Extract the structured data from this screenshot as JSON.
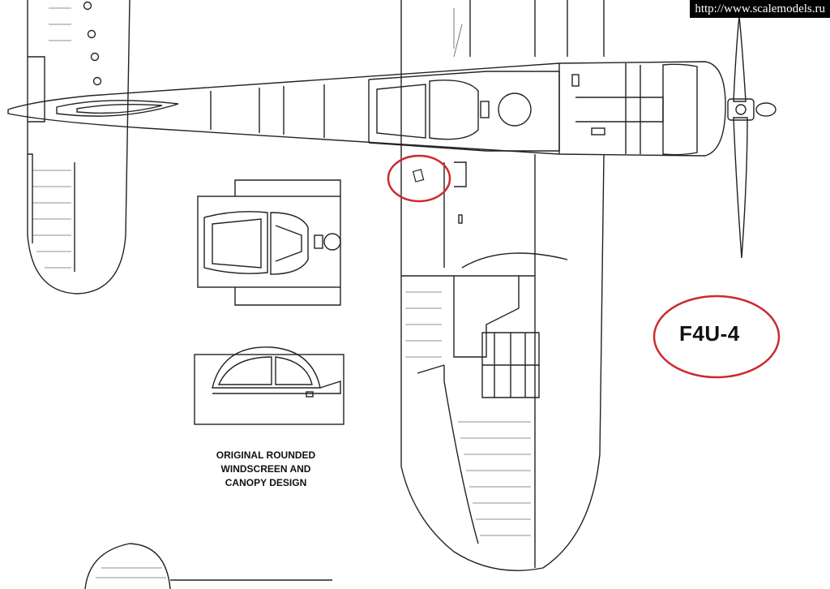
{
  "watermark": "http://www.scalemodels.ru",
  "caption": {
    "line1": "ORIGINAL ROUNDED",
    "line2": "WINDSCREEN AND",
    "line3": "CANOPY DESIGN"
  },
  "model_label": "F4U-4",
  "colors": {
    "line": "#222222",
    "highlight_circle": "#cc2a2f",
    "background": "#ffffff"
  }
}
